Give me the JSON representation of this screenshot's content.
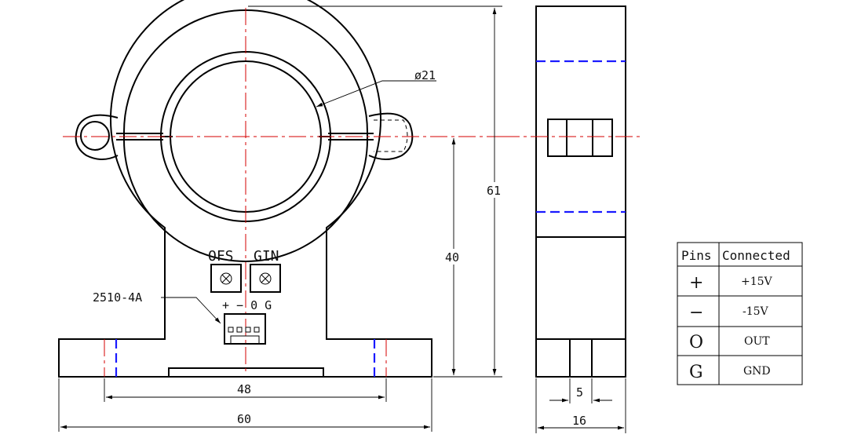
{
  "front_view": {
    "hole_label": "ø21",
    "height_total_label": "61",
    "height_axis_label": "40",
    "width_mount_label": "48",
    "width_total_label": "60",
    "pot_ofs_label": "OFS",
    "pot_gin_label": "GIN",
    "connector_label": "2510-4A",
    "pin_order_label": "+ − 0 G"
  },
  "side_view": {
    "pin_width_label": "5",
    "width_label": "16"
  },
  "pin_table": {
    "headers": [
      "Pins",
      "Connected"
    ],
    "rows": [
      {
        "pin": "+",
        "connected": "+15V"
      },
      {
        "pin": "−",
        "connected": "-15V"
      },
      {
        "pin": "O",
        "connected": "OUT"
      },
      {
        "pin": "G",
        "connected": "GND"
      }
    ]
  }
}
